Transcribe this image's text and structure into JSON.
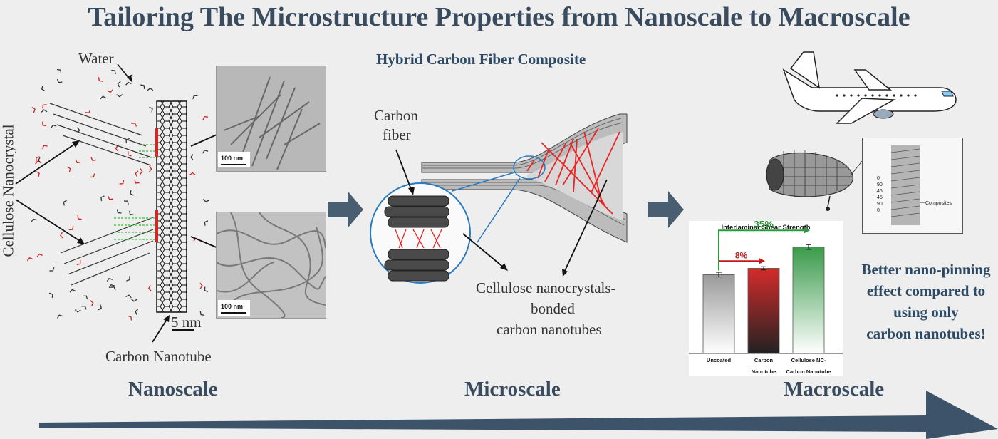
{
  "title": "Tailoring The Microstructure Properties from Nanoscale to Macroscale",
  "nano": {
    "water": "Water",
    "cellulose": "Cellulose Nanocrystal",
    "scale_top": "100 nm",
    "scale_bottom": "100 nm",
    "cnt_scale": "5 nm",
    "cnt_label": "Carbon Nanotube",
    "heading": "Nanoscale"
  },
  "micro": {
    "header": "Hybrid Carbon Fiber Composite",
    "fiber_line1": "Carbon",
    "fiber_line2": "fiber",
    "bond_line1": "Cellulose nanocrystals-",
    "bond_line2": "bonded",
    "bond_line3": "carbon nanotubes",
    "heading": "Microscale"
  },
  "macro": {
    "layup": [
      "0",
      "90",
      "45",
      "45",
      "90",
      "0"
    ],
    "composites": "Composites",
    "heading": "Macroscale",
    "claim": [
      "Better nano-pinning",
      "effect compared to",
      "using only",
      "carbon nanotubes!"
    ]
  },
  "chart_data": {
    "type": "bar",
    "title": "Interlaminar Shear Strength",
    "categories": [
      "Uncoated",
      "Carbon Nanotube",
      "Cellulose NC-Carbon Nanotube"
    ],
    "category_lines": [
      [
        "Uncoated"
      ],
      [
        "Carbon",
        "Nanotube"
      ],
      [
        "Cellulose NC-",
        "Carbon Nanotube"
      ]
    ],
    "values": [
      100,
      108,
      135
    ],
    "errors": [
      3,
      2,
      3
    ],
    "ylim": [
      0,
      150
    ],
    "annotations": [
      {
        "text": "8%",
        "from": 0,
        "to": 1,
        "color": "#c21a1a"
      },
      {
        "text": "35%",
        "from": 0,
        "to": 2,
        "color": "#2a9a3a"
      }
    ],
    "colors": [
      "#9a9a9a",
      "#d42b2b",
      "#3a9a4a"
    ]
  }
}
